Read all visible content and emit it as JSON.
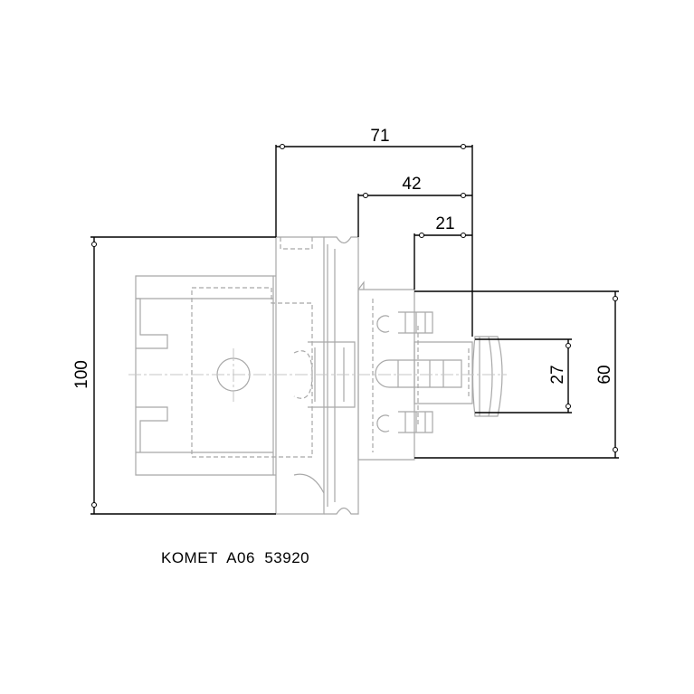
{
  "dimensions": {
    "overall_length": "71",
    "flange_to_face": "42",
    "face_to_end": "21",
    "outer_diameter": "100",
    "inner_diameter": "27",
    "face_diameter": "60"
  },
  "caption": "KOMET  A06  53920",
  "colors": {
    "part_outline": "#a8a8a8",
    "dimension_lines": "#000000",
    "background": "#ffffff"
  }
}
